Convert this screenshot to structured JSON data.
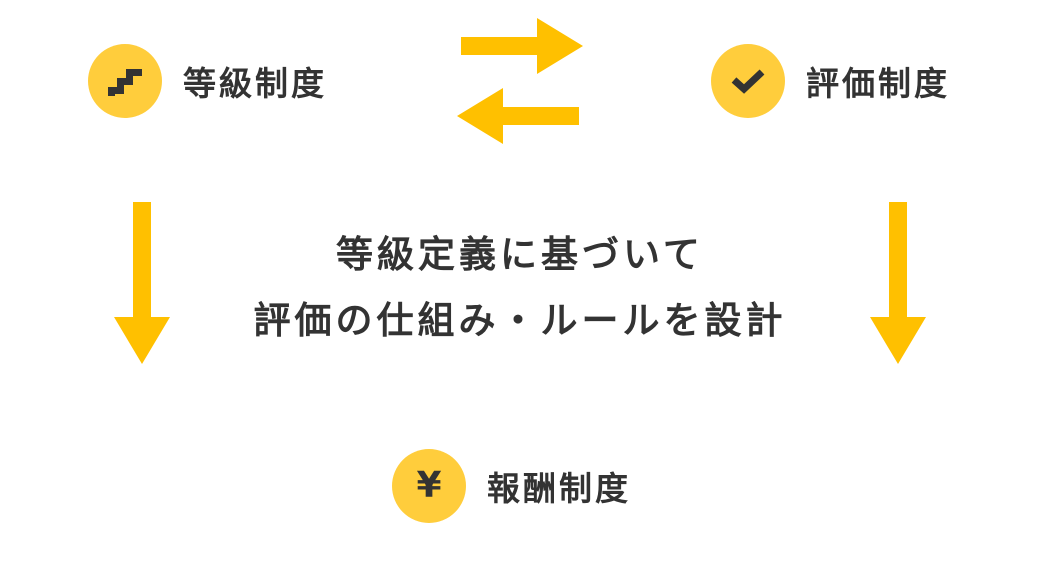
{
  "nodes": {
    "grade": {
      "label": "等級制度",
      "icon": "stairs-icon"
    },
    "evaluation": {
      "label": "評価制度",
      "icon": "check-icon"
    },
    "reward": {
      "label": "報酬制度",
      "icon": "yen-icon",
      "icon_text": "¥"
    }
  },
  "center": {
    "line1": "等級定義に基づいて",
    "line2": "評価の仕組み・ルールを設計"
  },
  "colors": {
    "accent": "#ffc000",
    "circle": "#ffcd3c",
    "text": "#333333"
  }
}
